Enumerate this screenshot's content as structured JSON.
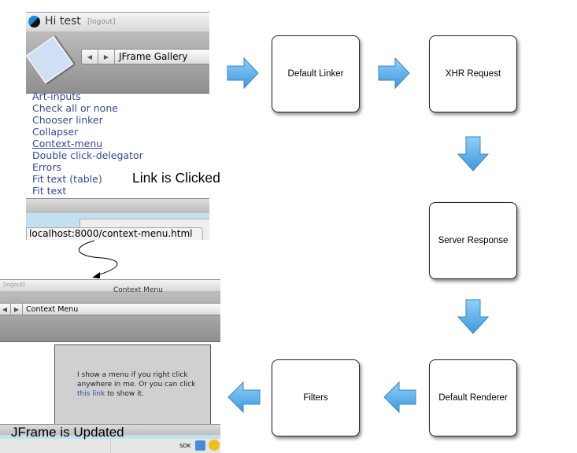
{
  "top_screenshot": {
    "greeting": "Hi test",
    "logout": "[logout]",
    "nav_title": "JFrame Gallery",
    "links": [
      "Art-inputs",
      "Check all or none",
      "Chooser linker",
      "Collapser",
      "Context-menu",
      "Double click-delegator",
      "Errors",
      "Fit text",
      "Fit text"
    ],
    "fit_table_suffix": "(table)",
    "status_url": "localhost:8000/context-menu.html",
    "caption": "Link is Clicked"
  },
  "bottom_screenshot": {
    "logout": "[logout]",
    "window_title": "Context Menu",
    "nav_title": "Context Menu",
    "content_line1": "I show a menu if you right click",
    "content_line2": "anywhere in me. Or you can click",
    "content_link": "this link",
    "content_after_link": "to show it.",
    "sdk": "SDK",
    "caption": "JFrame is Updated"
  },
  "steps": [
    "Default Linker",
    "XHR Request",
    "Server Response",
    "Default Renderer",
    "Filters"
  ],
  "colors": {
    "arrow": "#5aaee8",
    "link": "#334a9a"
  }
}
